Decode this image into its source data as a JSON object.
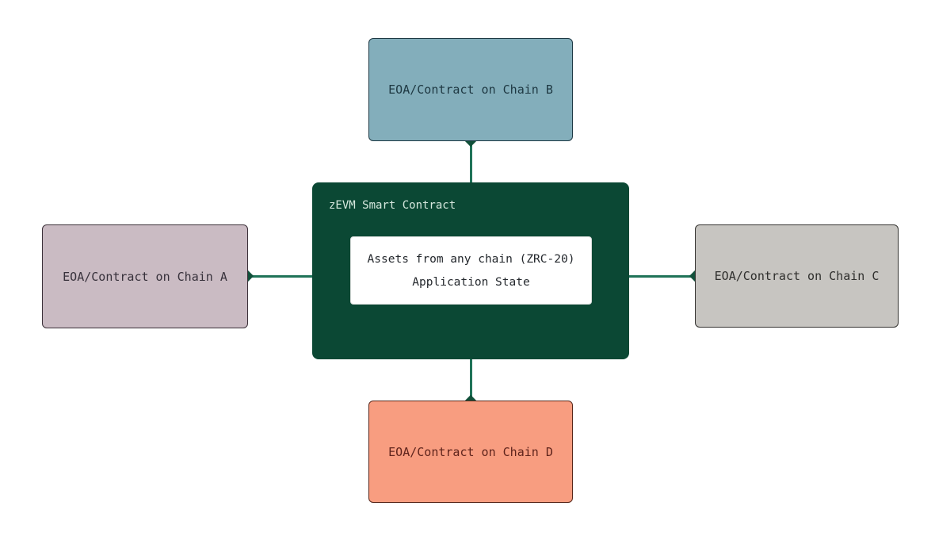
{
  "diagram": {
    "center": {
      "title": "zEVM Smart Contract",
      "inner_lines": [
        "Assets from any chain (ZRC-20)",
        "Application State"
      ],
      "bg": "#0b4834",
      "title_color": "#d7e9df",
      "inner_bg": "#ffffff",
      "inner_text_color": "#23272c"
    },
    "nodes": [
      {
        "id": "chain-b",
        "label": "EOA/Contract on Chain B",
        "bg": "#83aebb",
        "border": "#1e3944",
        "text": "#1e3842",
        "position": "top"
      },
      {
        "id": "chain-a",
        "label": "EOA/Contract on Chain A",
        "bg": "#cabbc3",
        "border": "#3b3038",
        "text": "#37313b",
        "position": "left"
      },
      {
        "id": "chain-c",
        "label": "EOA/Contract on Chain C",
        "bg": "#c7c5c1",
        "border": "#343330",
        "text": "#2f2f2d",
        "position": "right"
      },
      {
        "id": "chain-d",
        "label": "EOA/Contract on Chain D",
        "bg": "#f89d80",
        "border": "#57261a",
        "text": "#5f241c",
        "position": "bottom"
      }
    ],
    "connector_color": "#1f7358",
    "diamond_color": "#11503a",
    "background": "#ffffff"
  }
}
